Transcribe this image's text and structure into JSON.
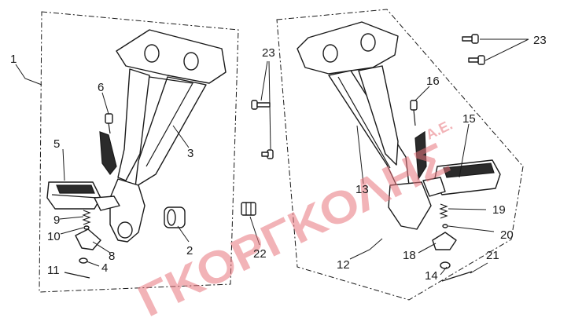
{
  "watermark": {
    "main": "ΓΚΟΡΓΚΟΛΗΣ",
    "suffix": "Α.Ε.",
    "color": "#e8767e"
  },
  "callouts": {
    "c1": "1",
    "c2": "2",
    "c3": "3",
    "c4": "4",
    "c5": "5",
    "c6": "6",
    "c8": "8",
    "c9": "9",
    "c10": "10",
    "c11": "11",
    "c12": "12",
    "c13": "13",
    "c14": "14",
    "c15": "15",
    "c16": "16",
    "c18": "18",
    "c19": "19",
    "c20": "20",
    "c21": "21",
    "c22": "22",
    "c23a": "23",
    "c23b": "23"
  }
}
